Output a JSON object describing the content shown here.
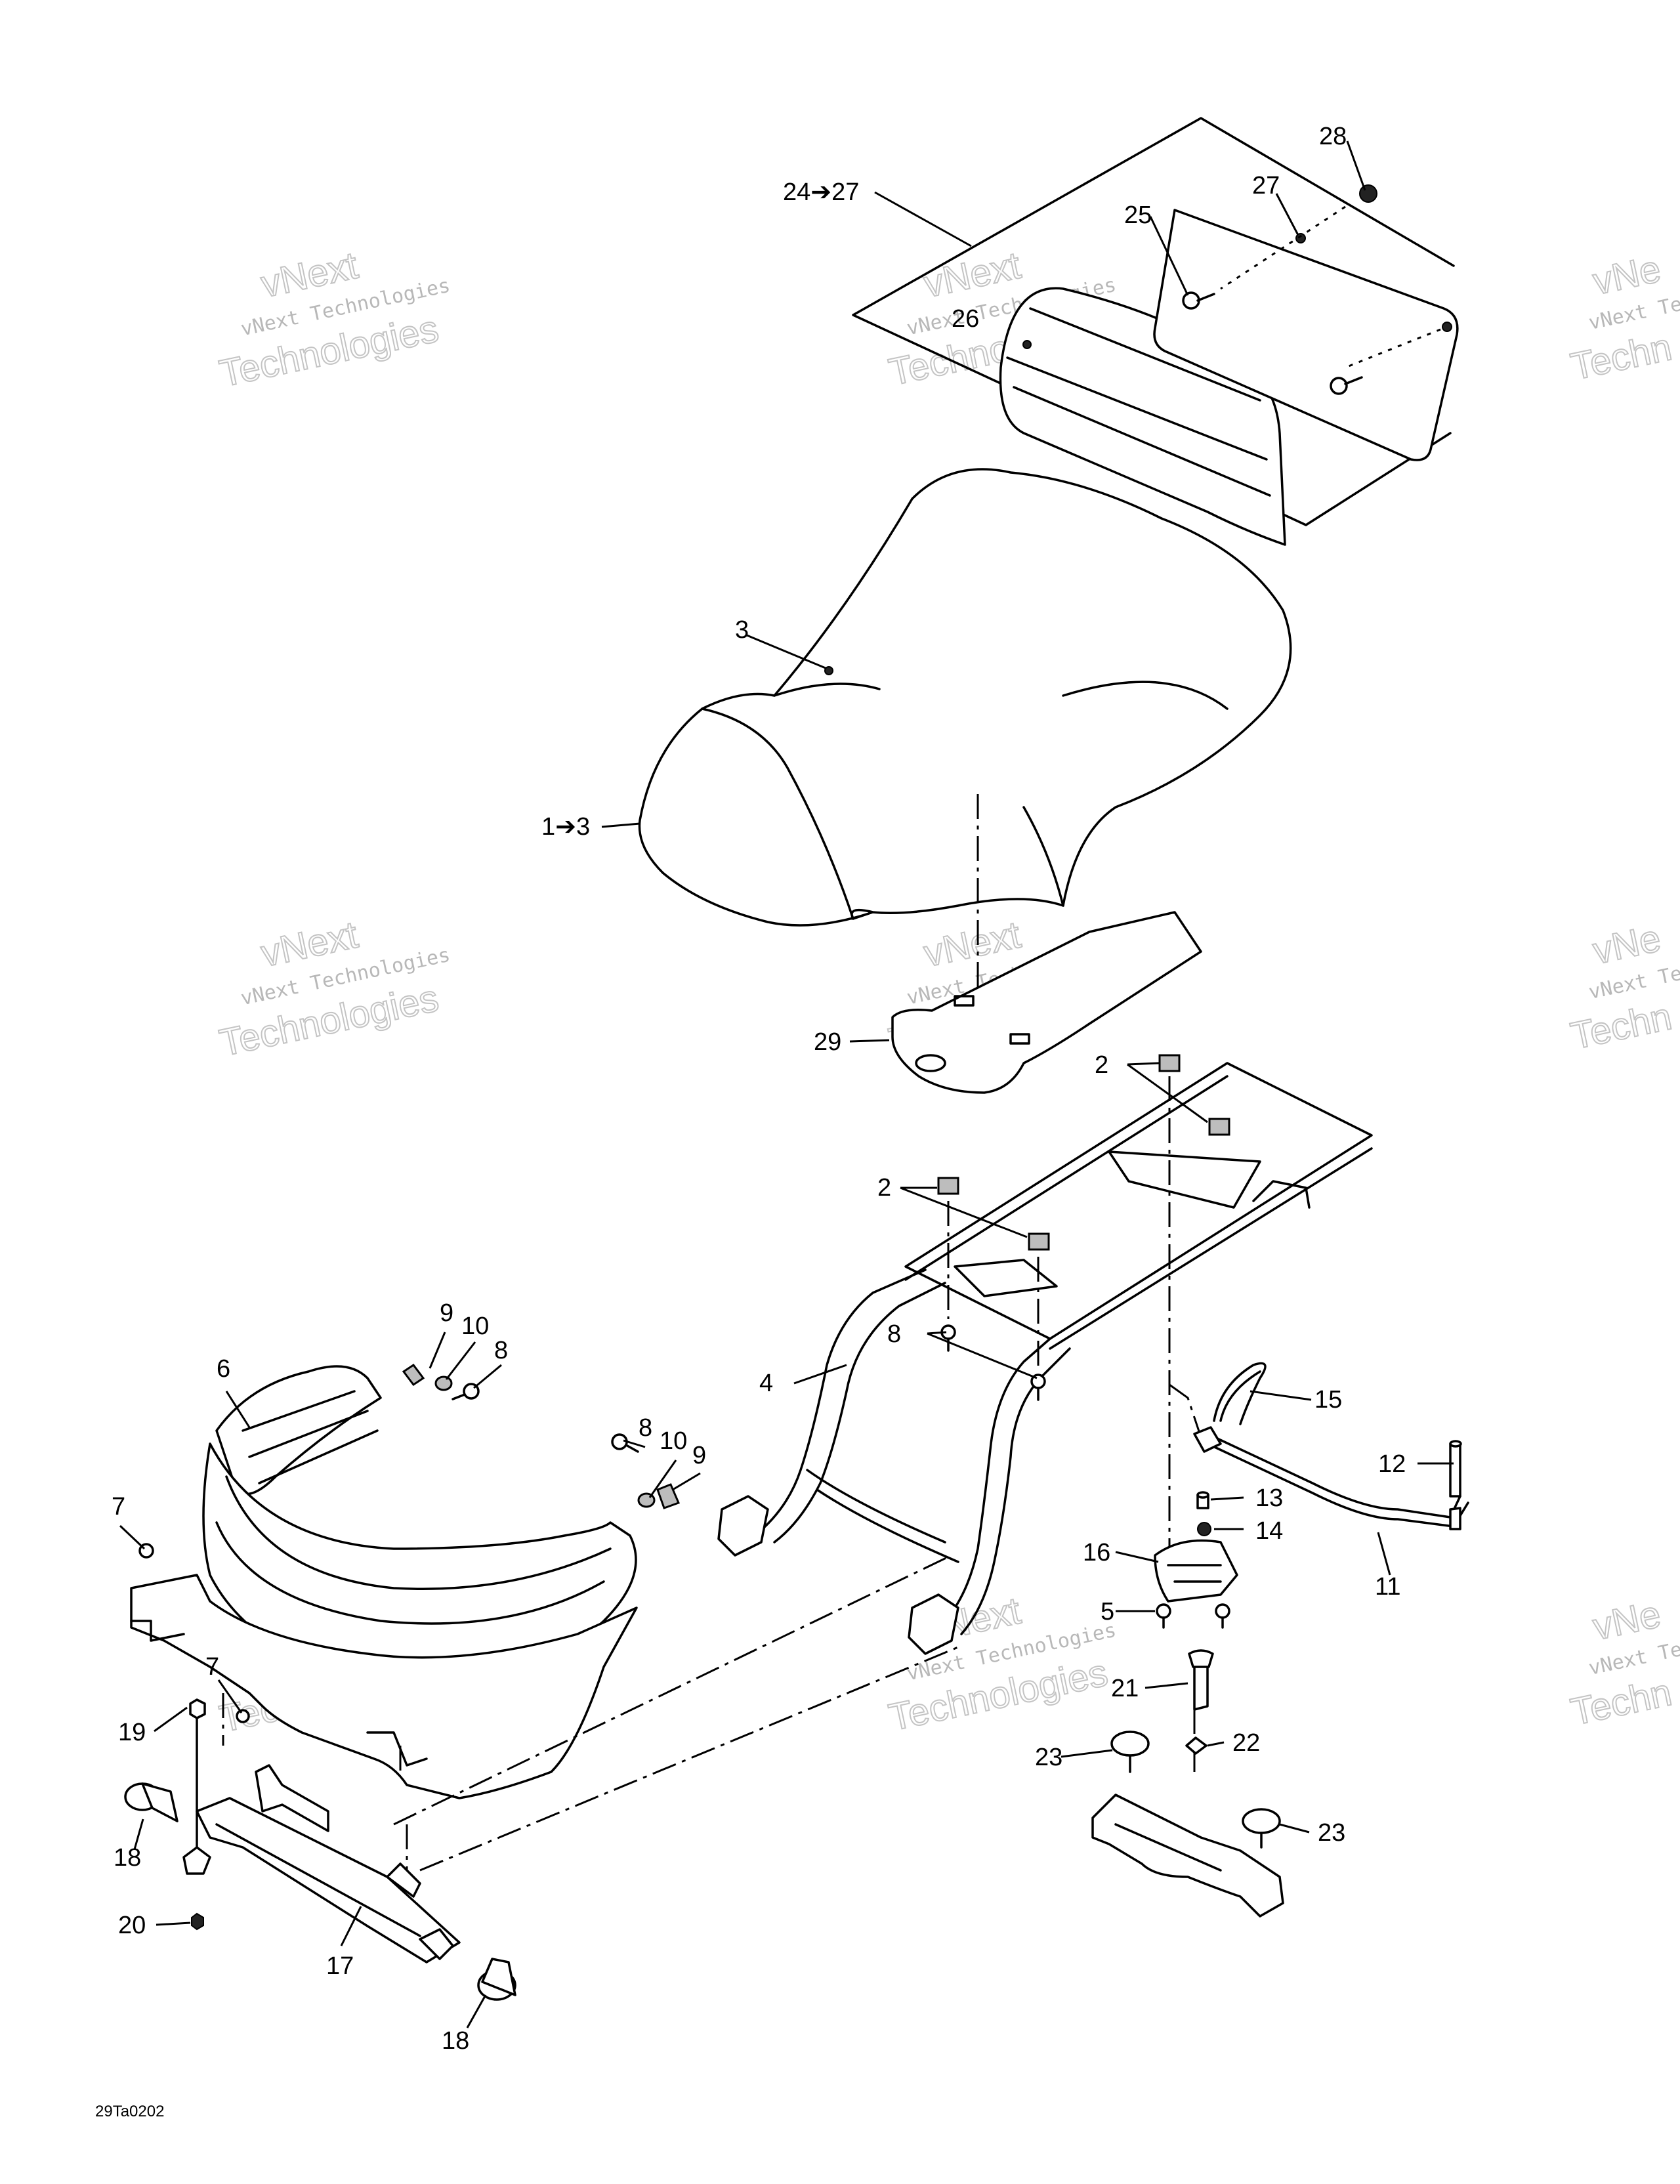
{
  "figure_code": "29Ta0202",
  "watermark": {
    "line1": "vNext",
    "line2": "vNext Technologies",
    "line3": "Technologies",
    "partial_line1": "vNe",
    "partial_line2": "vNext Te",
    "partial_line3": "Techn"
  },
  "callouts": {
    "c28": "28",
    "c24_27": "24➔27",
    "c27": "27",
    "c25": "25",
    "c26": "26",
    "c3": "3",
    "c1_3": "1➔3",
    "c29": "29",
    "c2a": "2",
    "c2b": "2",
    "c9a": "9",
    "c10a": "10",
    "c8a": "8",
    "c6": "6",
    "c8b": "8",
    "c4": "4",
    "c15": "15",
    "c8c": "8",
    "c10b": "10",
    "c9b": "9",
    "c12": "12",
    "c7a": "7",
    "c13": "13",
    "c14": "14",
    "c16": "16",
    "c11": "11",
    "c5": "5",
    "c7b": "7",
    "c21": "21",
    "c19": "19",
    "c22": "22",
    "c23a": "23",
    "c23b": "23",
    "c18a": "18",
    "c20": "20",
    "c17": "17",
    "c18b": "18"
  }
}
